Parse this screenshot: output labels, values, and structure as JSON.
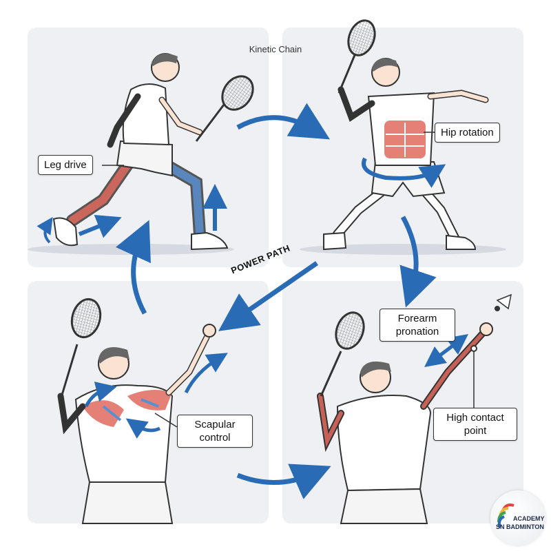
{
  "title": "Kinetic Chain",
  "power_path": "POWER PATH",
  "callouts": {
    "leg_drive": "Leg drive",
    "hip_rotation": "Hip rotation",
    "scapular_line1": "Scapular",
    "scapular_line2": "control",
    "forearm_line1": "Forearm",
    "forearm_line2": "pronation",
    "high_line1": "High contact",
    "high_line2": "point"
  },
  "logo": {
    "line1": "ACADEMY",
    "line2": "SN BADMINTON"
  },
  "icons": [
    "badminton-racket-icon",
    "shuttlecock-icon",
    "player-figure",
    "flow-arrow",
    "rotation-arrow",
    "academy-logo"
  ],
  "colors": {
    "arrow_blue": "#2a6bb5",
    "muscle_red": "#d9534f",
    "panel_gray": "#eef0f3"
  }
}
